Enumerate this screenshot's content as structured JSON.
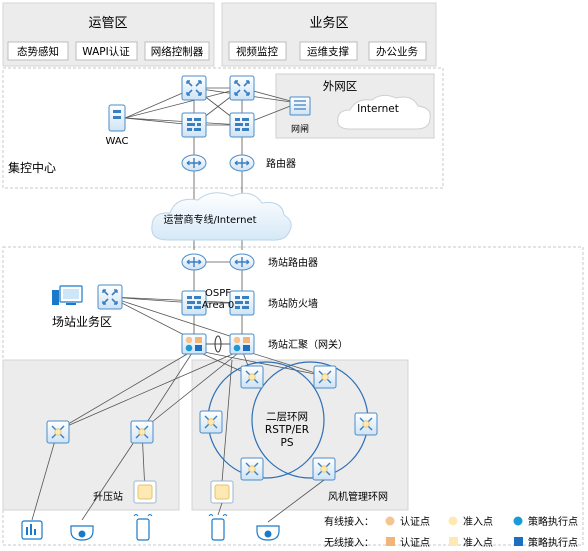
{
  "zones": {
    "ops": {
      "title": "运管区",
      "items": [
        "态势感知",
        "WAPI认证",
        "网络控制器"
      ]
    },
    "biz": {
      "title": "业务区",
      "items": [
        "视频监控",
        "运维支撑",
        "办公业务"
      ]
    },
    "extnet": {
      "title": "外网区",
      "internet": "Internet",
      "gateway": "网闸"
    },
    "control_center": "集控中心",
    "wac": "WAC",
    "router": "路由器",
    "carrier": "运营商专线/Internet",
    "site_router": "场站路由器",
    "ospf": [
      "OSPF",
      "Area 0"
    ],
    "site_firewall": "场站防火墙",
    "site_agg": "场站汇聚（网关）",
    "site_biz": "场站业务区",
    "ring": [
      "二层环网",
      "RSTP/ER",
      "PS"
    ],
    "booster": "升压站",
    "turbine_ring": "风机管理环网"
  },
  "legend": {
    "wired_label": "有线接入：",
    "wireless_label": "无线接入：",
    "auth": "认证点",
    "access": "准入点",
    "policy": "策略执行点",
    "colors": {
      "auth": "#f6c48e",
      "access": "#fde9b4",
      "policy": "#1a9bd7"
    }
  }
}
